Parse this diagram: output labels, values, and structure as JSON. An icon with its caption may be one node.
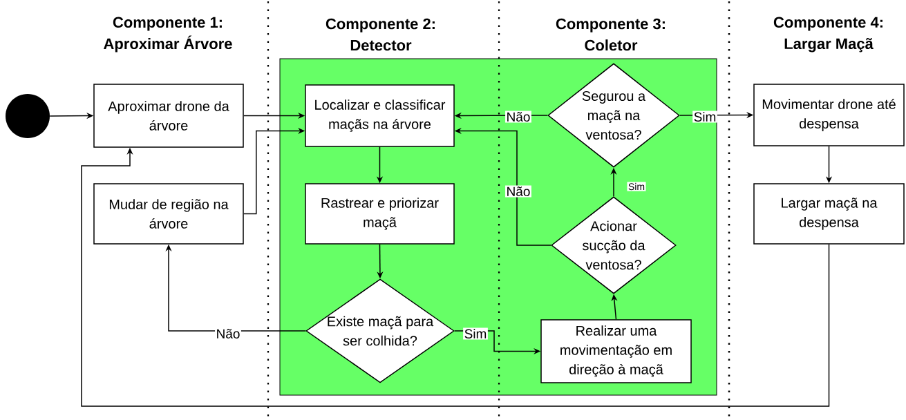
{
  "diagram": {
    "nodes": [
      {
        "text": [],
        "shape": "circle"
      },
      {
        "text": [
          "Aproximar drone da árvore"
        ]
      },
      {
        "text": [
          "Mudar de região na árvore"
        ]
      },
      {
        "text": [],
        "shape": "box"
      },
      {
        "text": [
          "Localizar e classificar maçãs na árvore"
        ],
        "in": 3
      },
      {
        "text": [
          "Rastrear e priorizar maçã"
        ],
        "in": 3
      },
      {
        "text": [
          "Existe maçã para ser colhida?"
        ],
        "in": 3
      },
      {
        "text": [
          "Segurou a maçã na ventosa?"
        ],
        "in": 3
      },
      {
        "text": [
          "Acionar sucção da ventosa?"
        ],
        "in": 3
      },
      {
        "text": [
          "Realizar uma movimentação em direção à maçã"
        ],
        "in": 3
      },
      {
        "text": [
          "Movimentar drone até despensa"
        ]
      },
      {
        "text": [
          "Largar maçã na despensa"
        ]
      }
    ],
    "edges": [
      {
        "from": 0,
        "to": 1,
        "arrow": "to"
      },
      {
        "from": 1,
        "to": 4,
        "arrow": "to"
      },
      {
        "from": 2,
        "to": 4,
        "arrow": "to"
      },
      {
        "from": 4,
        "to": 5,
        "arrow": "to"
      },
      {
        "from": 5,
        "to": 6,
        "arrow": "to"
      },
      {
        "from": 6,
        "to": 2,
        "arrow": "to",
        "label": "Não"
      },
      {
        "from": 6,
        "to": 9,
        "arrow": "to",
        "label": "Sim"
      },
      {
        "from": 9,
        "to": 8,
        "arrow": "to"
      },
      {
        "from": 8,
        "to": 7,
        "arrow": "to",
        "label": "Sim"
      },
      {
        "from": 8,
        "to": 4,
        "arrow": "to",
        "label": "Não"
      },
      {
        "from": 7,
        "to": 4,
        "arrow": "to",
        "label": "Não"
      },
      {
        "from": 7,
        "to": 10,
        "arrow": "to",
        "label": "Sim"
      },
      {
        "from": 10,
        "to": 11,
        "arrow": "to"
      },
      {
        "from": 11,
        "to": 1,
        "arrow": "to"
      }
    ],
    "labels": [
      "Componente 1: Aproximar Árvore",
      "Componente 2: Detector",
      "Componente 3: Coletor",
      "Componente 4: Largar Maçã"
    ]
  }
}
